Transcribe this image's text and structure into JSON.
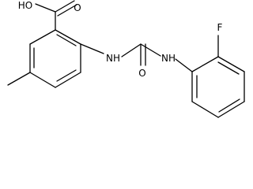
{
  "molecule": {
    "atoms": {
      "hydroxyl": "HO",
      "acid_carbonyl_oxygen": "O",
      "left_amine": "NH",
      "right_amine": "NH",
      "urea_carbonyl_oxygen": "O",
      "fluorine": "F"
    }
  },
  "colors": {
    "bond": "#000000",
    "label": "#000000",
    "background": "#ffffff"
  }
}
